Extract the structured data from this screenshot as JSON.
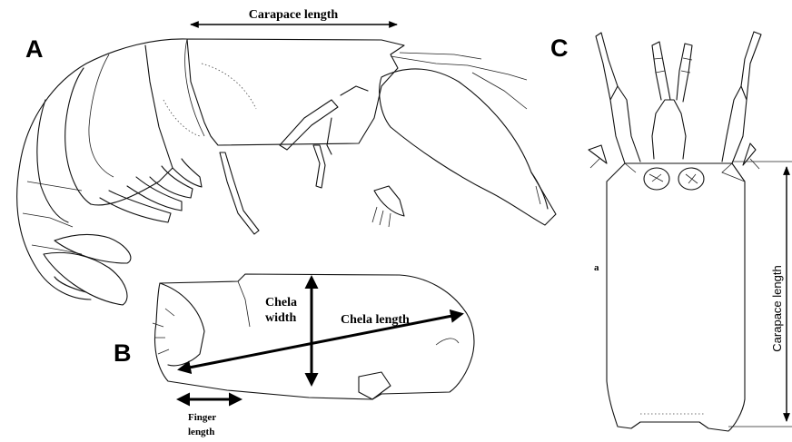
{
  "panels": {
    "a": {
      "letter": "A",
      "carapace_label": "Carapace length"
    },
    "b": {
      "letter": "B",
      "chela_width_line1": "Chela",
      "chela_width_line2": "width",
      "chela_length_label": "Chela length",
      "finger_line1": "Finger",
      "finger_line2": "length"
    },
    "c": {
      "letter": "C",
      "carapace_label": "Carapace length",
      "small_mark": "a"
    }
  }
}
